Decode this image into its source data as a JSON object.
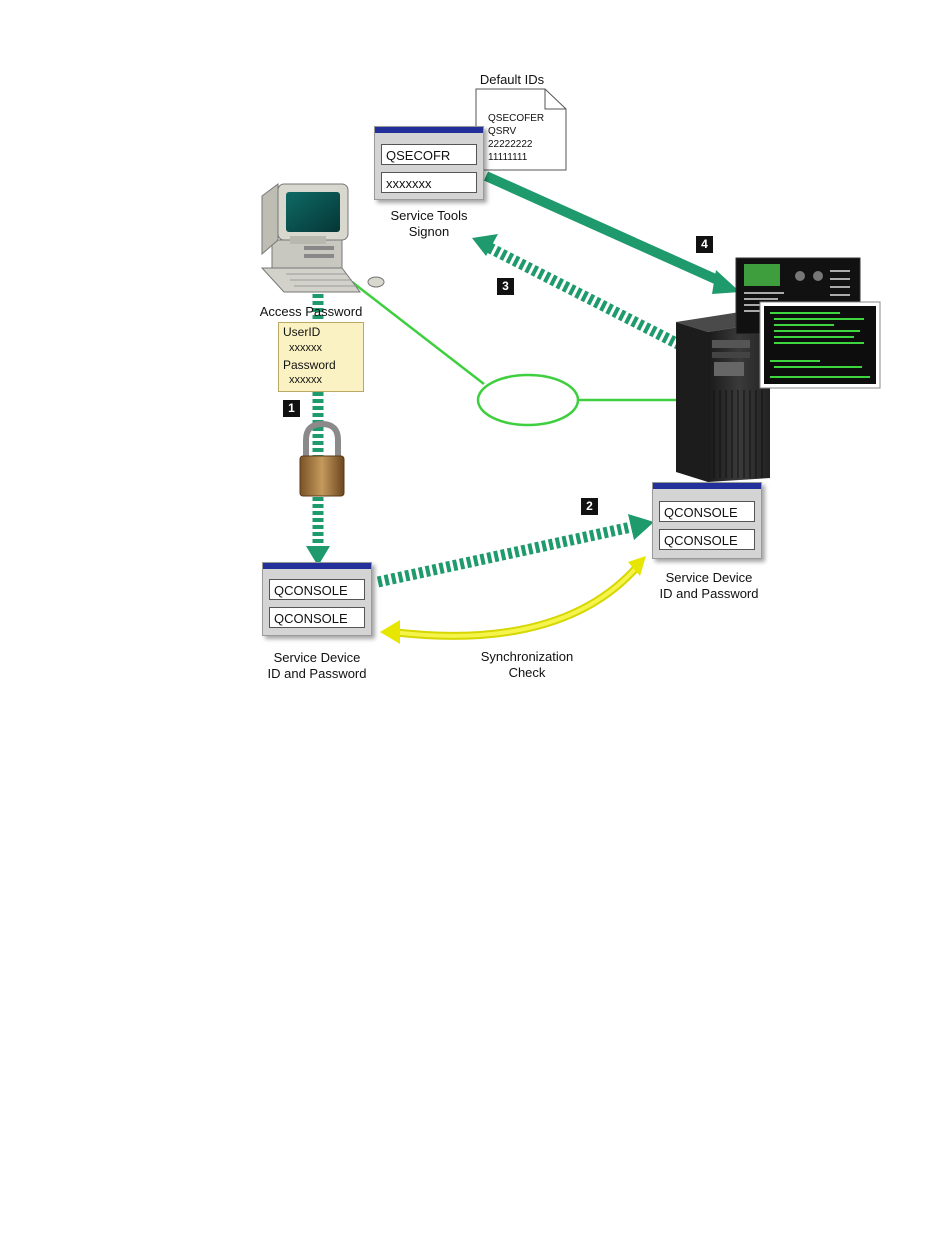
{
  "default_ids": {
    "title": "Default IDs",
    "items": [
      "QSECOFER",
      "QSRV",
      "22222222",
      "11111111"
    ]
  },
  "service_tools_window": {
    "user_value": "QSECOFR",
    "password_value": "xxxxxxx",
    "caption_line1": "Service Tools",
    "caption_line2": "Signon"
  },
  "access_password": {
    "caption": "Access Password",
    "userid_label": "UserID",
    "userid_value": "xxxxxx",
    "password_label": "Password",
    "password_value": "xxxxxx"
  },
  "client_device_window": {
    "id_value": "QCONSOLE",
    "password_value": "QCONSOLE",
    "caption_line1": "Service Device",
    "caption_line2": "ID and Password"
  },
  "server_device_window": {
    "id_value": "QCONSOLE",
    "password_value": "QCONSOLE",
    "caption_line1": "Service Device",
    "caption_line2": "ID and Password"
  },
  "sync_check": {
    "line1": "Synchronization",
    "line2": "Check"
  },
  "steps": [
    "1",
    "2",
    "3",
    "4"
  ],
  "colors": {
    "arrow_green": "#1e9a6c",
    "network_green": "#3ecf3e",
    "sync_yellow": "#e6e600",
    "window_titlebar": "#23309a"
  }
}
